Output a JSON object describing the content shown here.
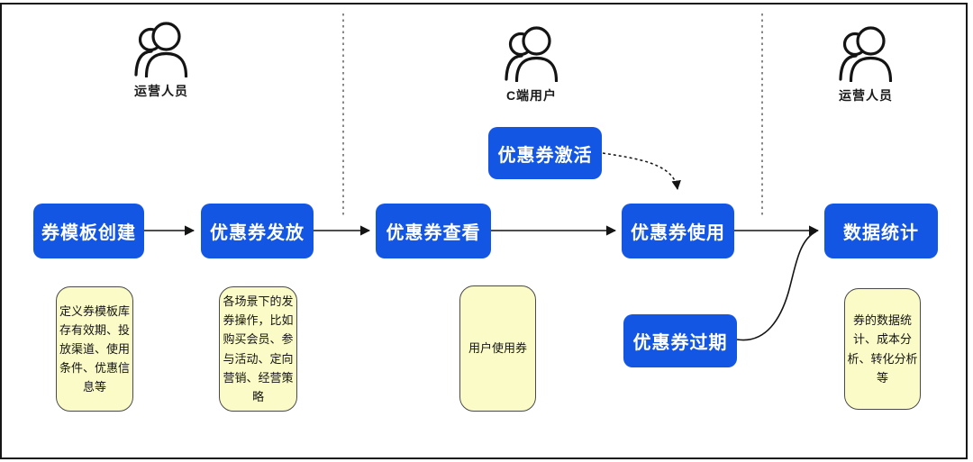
{
  "diagram": {
    "actors": [
      {
        "label": "运营人员"
      },
      {
        "label": "C端用户"
      },
      {
        "label": "运营人员"
      }
    ],
    "nodes": [
      {
        "id": "coupon-template-create",
        "label": "券模板创建"
      },
      {
        "id": "coupon-issue",
        "label": "优惠券发放"
      },
      {
        "id": "coupon-view",
        "label": "优惠券查看"
      },
      {
        "id": "coupon-use",
        "label": "优惠券使用"
      },
      {
        "id": "data-stats",
        "label": "数据统计"
      },
      {
        "id": "coupon-activate",
        "label": "优惠券激活"
      },
      {
        "id": "coupon-expire",
        "label": "优惠券过期"
      }
    ],
    "notes": [
      {
        "text": "定义券模板库存有效期、投放渠道、使用条件、优惠信息等"
      },
      {
        "text": "各场景下的发券操作，比如购买会员、参与活动、定向营销、经营策略"
      },
      {
        "text": "用户使用券"
      },
      {
        "text": "券的数据统计、成本分析、转化分析等"
      }
    ],
    "colors": {
      "node_fill": "#1356e4",
      "node_text": "#ffffff",
      "note_fill": "#fbfbc8",
      "note_border": "#4a4a4a",
      "line": "#141414",
      "divider": "#606060"
    }
  }
}
